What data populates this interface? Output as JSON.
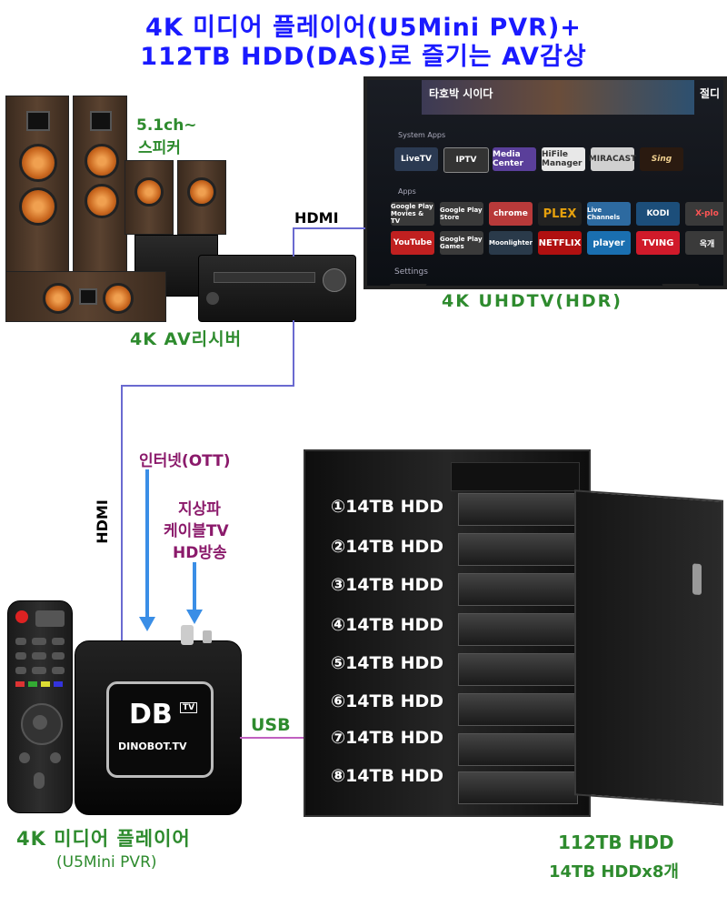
{
  "title": {
    "line1": "4K 미디어 플레이어(U5Mini PVR)+",
    "line2": "112TB HDD(DAS)로 즐기는 AV감상"
  },
  "speakers": {
    "label_line1": "5.1ch~",
    "label_line2": "스피커"
  },
  "receiver": {
    "label": "4K AV리시버"
  },
  "tv": {
    "label": "4K UHDTV(HDR)",
    "top_text": "타호박 시이다",
    "corner_text": "절디",
    "section_system": "System Apps",
    "section_apps": "Apps",
    "settings": "Settings",
    "system_apps": [
      "LiveTV",
      "IPTV",
      "Media Center",
      "HiFile Manager",
      "MIRACAST",
      "Sing"
    ],
    "apps_row1": [
      "Google Play Movies & TV",
      "Google Play Store",
      "chrome",
      "PLEX",
      "Live Channels",
      "KODI",
      "X-plo"
    ],
    "apps_row2": [
      "YouTube",
      "Google Play Games",
      "Moonlighter",
      "NETFLIX",
      "player",
      "TVING",
      "옥개"
    ]
  },
  "hdmi": {
    "logo": "HDMI"
  },
  "inputs": {
    "internet": "인터넷(OTT)",
    "broadcast_line1": "지상파",
    "broadcast_line2": "케이블TV",
    "broadcast_line3": "HD방송"
  },
  "usb": {
    "label": "USB"
  },
  "player": {
    "brand": "DB",
    "brand_sup": "TV",
    "model": "DINOBOT.TV",
    "label_line1": "4K 미디어 플레이어",
    "label_line2": "(U5Mini PVR)"
  },
  "storage": {
    "drives": [
      "①14TB HDD",
      "②14TB HDD",
      "③14TB HDD",
      "④14TB HDD",
      "⑤14TB HDD",
      "⑥14TB HDD",
      "⑦14TB HDD",
      "⑧14TB HDD"
    ],
    "label_line1": "112TB HDD",
    "label_line2": "14TB HDDx8개"
  },
  "colors": {
    "title": "#1a1aff",
    "label_green": "#2e8b2e",
    "label_purple": "#8b1a6b",
    "hdmi_wire": "#6a6ad0",
    "usb_wire": "#c060c0",
    "arrow": "#3a8ee6"
  }
}
